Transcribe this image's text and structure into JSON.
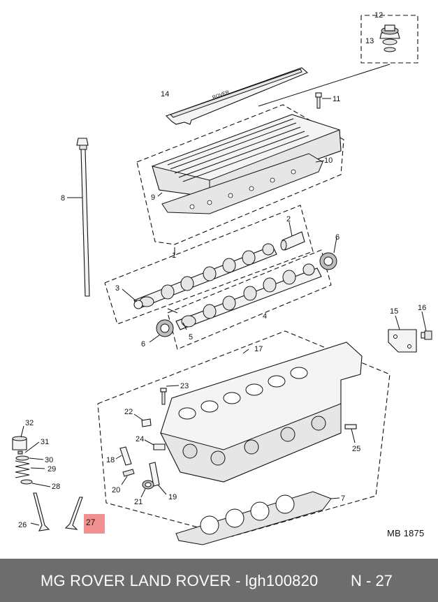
{
  "diagram": {
    "callouts": [
      {
        "id": "c1",
        "text": "1"
      },
      {
        "id": "c2",
        "text": "2"
      },
      {
        "id": "c3",
        "text": "3"
      },
      {
        "id": "c4",
        "text": "4"
      },
      {
        "id": "c5",
        "text": "5"
      },
      {
        "id": "c6a",
        "text": "6"
      },
      {
        "id": "c6b",
        "text": "6"
      },
      {
        "id": "c7",
        "text": "7"
      },
      {
        "id": "c8",
        "text": "8"
      },
      {
        "id": "c9",
        "text": "9"
      },
      {
        "id": "c10",
        "text": "10"
      },
      {
        "id": "c11",
        "text": "11"
      },
      {
        "id": "c12",
        "text": "12"
      },
      {
        "id": "c13",
        "text": "13"
      },
      {
        "id": "c14",
        "text": "14"
      },
      {
        "id": "c15",
        "text": "15"
      },
      {
        "id": "c16",
        "text": "16"
      },
      {
        "id": "c17",
        "text": "17"
      },
      {
        "id": "c18",
        "text": "18"
      },
      {
        "id": "c19",
        "text": "19"
      },
      {
        "id": "c20",
        "text": "20"
      },
      {
        "id": "c21",
        "text": "21"
      },
      {
        "id": "c22",
        "text": "22"
      },
      {
        "id": "c23",
        "text": "23"
      },
      {
        "id": "c24",
        "text": "24"
      },
      {
        "id": "c25",
        "text": "25"
      },
      {
        "id": "c26",
        "text": "26"
      },
      {
        "id": "c28",
        "text": "28"
      },
      {
        "id": "c29",
        "text": "29"
      },
      {
        "id": "c30",
        "text": "30"
      },
      {
        "id": "c31",
        "text": "31"
      },
      {
        "id": "c32",
        "text": "32"
      }
    ],
    "highlighted_callout": "27",
    "drawing_code": "MB 1875"
  },
  "footer": {
    "title": "MG ROVER LAND ROVER - lgh100820",
    "page_code": "N - 27"
  },
  "colors": {
    "footer_bg": "#6d6d6d",
    "highlight": "#f09090"
  }
}
